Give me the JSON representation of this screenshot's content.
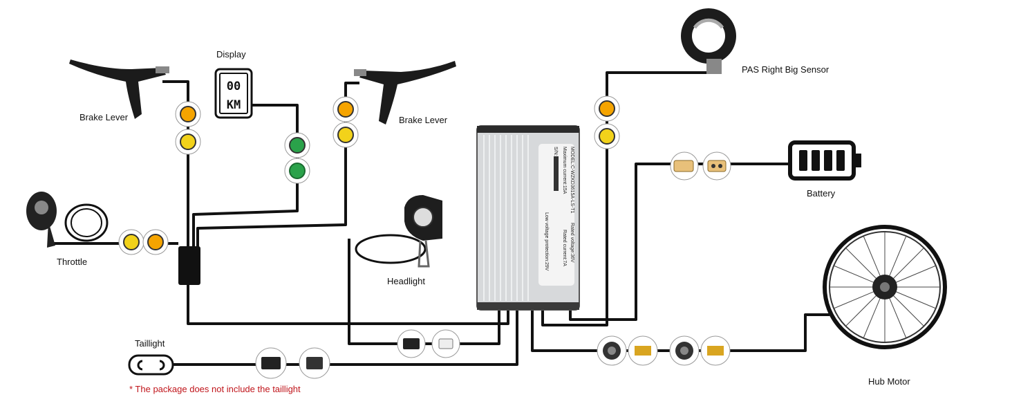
{
  "labels": {
    "brake_left": "Brake Lever",
    "display": "Display",
    "brake_right": "Brake Lever",
    "throttle": "Throttle",
    "headlight": "Headlight",
    "pas": "PAS Right Big Sensor",
    "battery": "Battery",
    "hub_motor": "Hub Motor",
    "taillight": "Taillight"
  },
  "note": "* The package does not include the taillight",
  "display_readout": [
    "00",
    "KM"
  ],
  "controller": {
    "model": "MODEL:C-WZKD3615A-LS-T1",
    "max_current": "Maximum current:15A",
    "sn": "S/N:",
    "rated_voltage": "Rated voltage:36V",
    "rated_current": "Rated current:7A",
    "low_voltage": "Low voltage protection:29V"
  },
  "colors": {
    "wire": "#111111",
    "connector_orange": "#f5a400",
    "connector_yellow": "#f2d21a",
    "connector_green": "#2aa24a",
    "note_red": "#c0151b",
    "controller_body": "#d7d9db"
  }
}
